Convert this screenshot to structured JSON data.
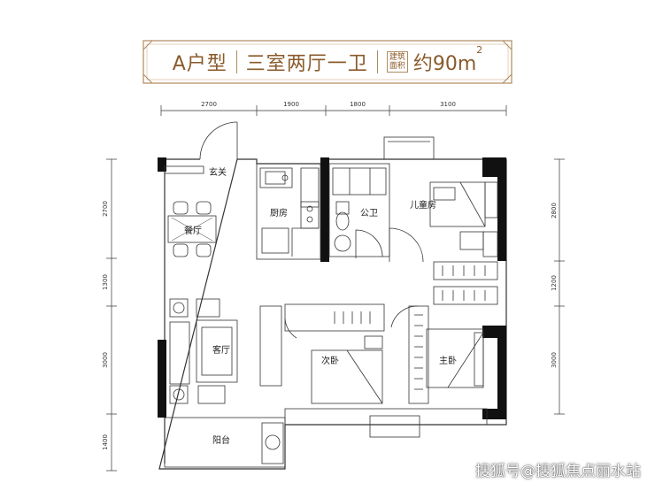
{
  "banner": {
    "unit": "A户型",
    "layout": "三室两厅一卫",
    "tag_line1": "建筑",
    "tag_line2": "面积",
    "area": "约90m",
    "area_sup": "2"
  },
  "top_dims": [
    "2700",
    "1900",
    "1800",
    "3100"
  ],
  "left_dims": [
    "2700",
    "1300",
    "3000",
    "1400"
  ],
  "right_dims": [
    "2800",
    "1200",
    "3000"
  ],
  "rooms": {
    "entrance": "玄关",
    "dining": "餐厅",
    "kitchen": "厨房",
    "bathroom": "公卫",
    "child_room": "儿童房",
    "living": "客厅",
    "second_bedroom": "次卧",
    "master_bedroom": "主卧",
    "balcony": "阳台"
  },
  "watermark": "搜狐号@搜狐焦点丽水站"
}
